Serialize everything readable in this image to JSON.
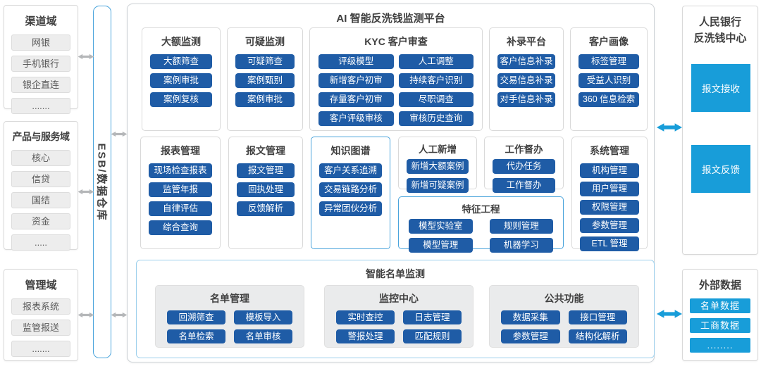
{
  "colors": {
    "primary_button_blue": "#1f5ca6",
    "cyan_accent": "#189dd9",
    "highlight_border_blue": "#4aa4dc",
    "list_section_border": "#9ccfec",
    "gray_connector": "#b5b7b9",
    "panel_gray": "#eaebec",
    "title_text": "#3f3f3f"
  },
  "left_domains": [
    {
      "title": "渠道域",
      "items": [
        "网银",
        "手机银行",
        "银企直连",
        "......."
      ]
    },
    {
      "title": "产品与服务域",
      "items": [
        "核心",
        "信贷",
        "国结",
        "资金",
        "....."
      ]
    },
    {
      "title": "管理域",
      "items": [
        "报表系统",
        "监管报送",
        "......."
      ]
    }
  ],
  "esb_label": "ESB/数据仓库",
  "platform": {
    "title": "AI 智能反洗钱监测平台",
    "row1": [
      {
        "title": "大额监测",
        "buttons": [
          "大额筛查",
          "案例审批",
          "案例复核"
        ]
      },
      {
        "title": "可疑监测",
        "buttons": [
          "可疑筛查",
          "案例甄别",
          "案例审批"
        ]
      },
      {
        "title": "KYC 客户审查",
        "cols": 2,
        "buttons": [
          "评级模型",
          "人工调整",
          "新增客户初审",
          "持续客户识别",
          "存量客户初审",
          "尽职调查",
          "客户评级审核",
          "审核历史查询"
        ]
      },
      {
        "title": "补录平台",
        "buttons": [
          "客户信息补录",
          "交易信息补录",
          "对手信息补录"
        ]
      },
      {
        "title": "客户画像",
        "buttons": [
          "标签管理",
          "受益人识别",
          "360 信息检索"
        ]
      }
    ],
    "row2": [
      {
        "title": "报表管理",
        "buttons": [
          "现场检查报表",
          "监管年报",
          "自律评估",
          "综合查询"
        ]
      },
      {
        "title": "报文管理",
        "buttons": [
          "报文管理",
          "回执处理",
          "反馈解析"
        ]
      },
      {
        "title": "知识图谱",
        "highlight": true,
        "buttons": [
          "客户关系追溯",
          "交易链路分析",
          "异常团伙分析"
        ]
      },
      {
        "title": "人工新增",
        "buttons": [
          "新增大额案例",
          "新增可疑案例"
        ]
      },
      {
        "title": "工作督办",
        "buttons": [
          "代办任务",
          "工作督办"
        ]
      },
      {
        "title": "特征工程",
        "highlight": true,
        "cols": 2,
        "buttons": [
          "模型实验室",
          "规则管理",
          "模型管理",
          "机器学习"
        ]
      },
      {
        "title": "系统管理",
        "buttons": [
          "机构管理",
          "用户管理",
          "权限管理",
          "参数管理",
          "ETL 管理"
        ]
      }
    ],
    "list_section": {
      "title": "智能名单监测",
      "panels": [
        {
          "title": "名单管理",
          "cols": 2,
          "buttons": [
            "回溯筛查",
            "模板导入",
            "名单检索",
            "名单审核"
          ]
        },
        {
          "title": "监控中心",
          "cols": 2,
          "buttons": [
            "实时查控",
            "日志管理",
            "警报处理",
            "匹配规则"
          ]
        },
        {
          "title": "公共功能",
          "cols": 2,
          "buttons": [
            "数据采集",
            "接口管理",
            "参数管理",
            "结构化解析"
          ]
        }
      ]
    }
  },
  "right_column": {
    "pboc": {
      "title_lines": [
        "人民银行",
        "反洗钱中心"
      ],
      "blocks": [
        "报文接收",
        "报文反馈"
      ]
    },
    "external": {
      "title": "外部数据",
      "items": [
        "名单数据",
        "工商数据",
        "........"
      ]
    }
  },
  "icons": {
    "gray_connector": "double-arrow",
    "blue_connector": "double-arrow"
  }
}
